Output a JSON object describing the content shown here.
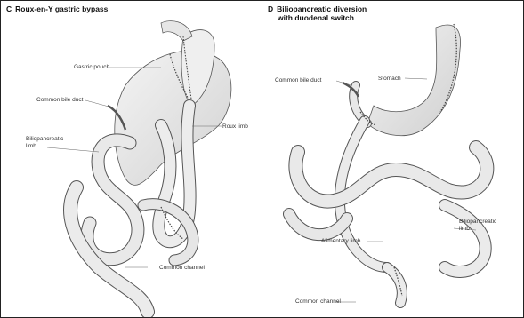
{
  "panels": [
    {
      "letter": "C",
      "title": "Roux-en-Y gastric bypass",
      "labels": {
        "gastric_pouch": "Gastric pouch",
        "common_bile_duct": "Common bile duct",
        "biliopancreatic_limb_1": "Biliopancreatic",
        "biliopancreatic_limb_2": "limb",
        "roux_limb": "Roux limb",
        "common_channel": "Common channel"
      }
    },
    {
      "letter": "D",
      "title_line1": "Biliopancreatic diversion",
      "title_line2": "with duodenal switch",
      "labels": {
        "common_bile_duct": "Common bile duct",
        "stomach": "Stomach",
        "biliopancreatic_limb_1": "Biliopancreatic",
        "biliopancreatic_limb_2": "limb",
        "alimentary_limb": "Alimentary limb",
        "common_channel": "Common channel"
      }
    }
  ],
  "colors": {
    "tissue_fill": "#ececec",
    "tissue_shade": "#d4d4d4",
    "outline": "#555555",
    "staples": "#444444"
  }
}
